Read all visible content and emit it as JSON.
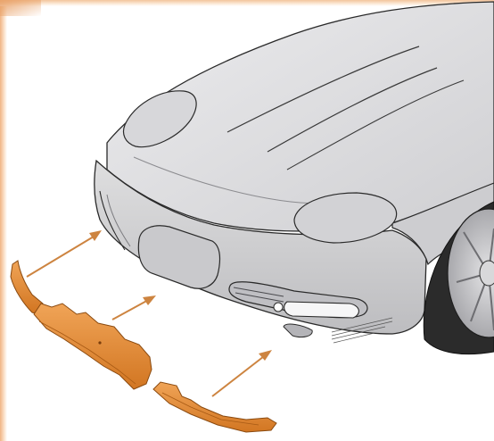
{
  "figure": {
    "subject": "car-front-lip-spoiler-exploded-view",
    "colors": {
      "body": "#d4d4d6",
      "body_light": "#e6e6e8",
      "body_dark": "#a9a9ad",
      "outline": "#2a2a2a",
      "part": "#e58a2f",
      "part_dark": "#b9651a",
      "arrow": "#cd8440",
      "tire": "#2b2b2b",
      "wheel": "#c9c9cc"
    },
    "parts": [
      "left-spoiler-section",
      "center-spoiler-section",
      "right-spoiler-section"
    ],
    "decal_label": "decal-text-lines"
  }
}
